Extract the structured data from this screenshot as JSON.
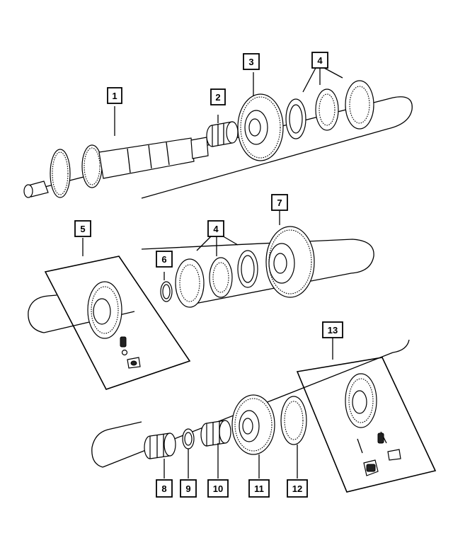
{
  "diagram": {
    "callouts": [
      {
        "id": "c1",
        "label": "1"
      },
      {
        "id": "c2",
        "label": "2"
      },
      {
        "id": "c3",
        "label": "3"
      },
      {
        "id": "c4a",
        "label": "4"
      },
      {
        "id": "c5",
        "label": "5"
      },
      {
        "id": "c6",
        "label": "6"
      },
      {
        "id": "c4b",
        "label": "4"
      },
      {
        "id": "c7",
        "label": "7"
      },
      {
        "id": "c13",
        "label": "13"
      },
      {
        "id": "c8",
        "label": "8"
      },
      {
        "id": "c9",
        "label": "9"
      },
      {
        "id": "c10",
        "label": "10"
      },
      {
        "id": "c11",
        "label": "11"
      },
      {
        "id": "c12",
        "label": "12"
      }
    ]
  }
}
